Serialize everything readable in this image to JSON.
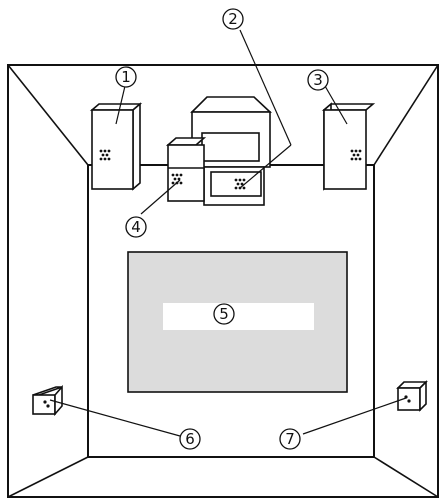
{
  "callouts": {
    "c1": "1",
    "c2": "2",
    "c3": "3",
    "c4": "4",
    "c5": "5",
    "c6": "6",
    "c7": "7"
  },
  "colors": {
    "line": "#111111",
    "screen": "#dcdcdc",
    "screen_bar": "#ffffff"
  }
}
